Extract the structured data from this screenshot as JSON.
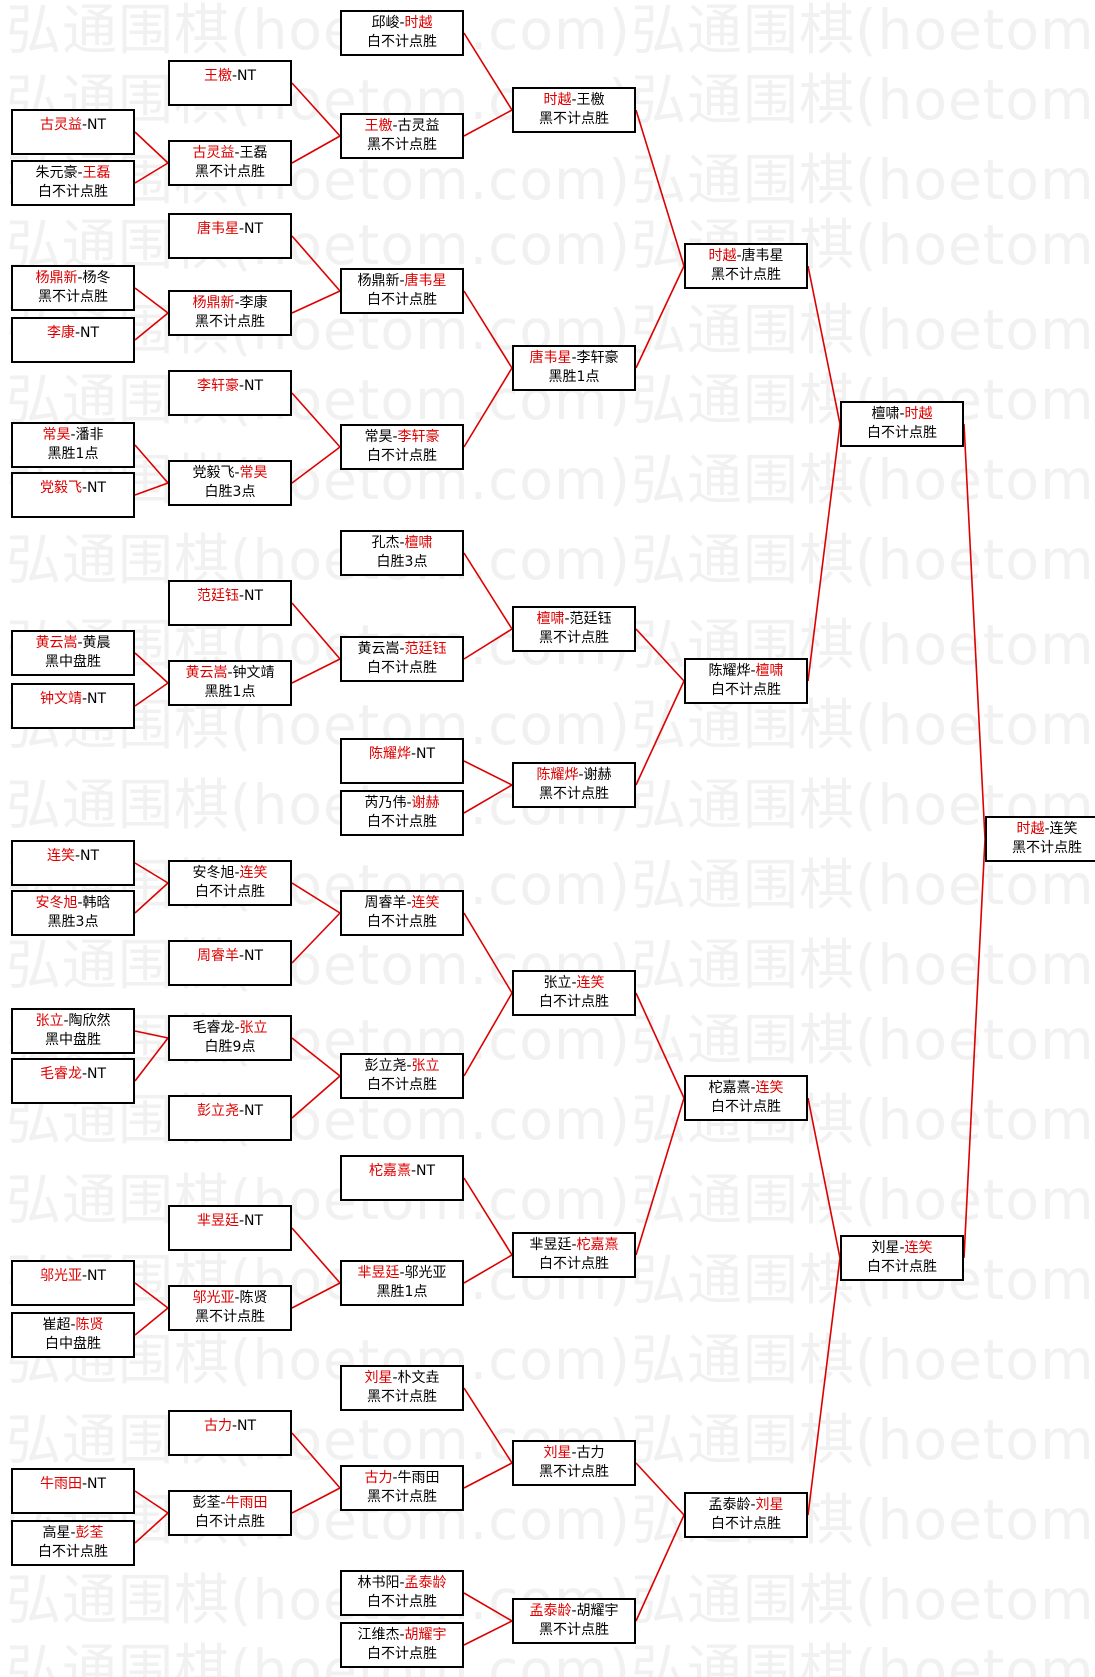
{
  "watermark": "弘通围棋(hoetom.com)",
  "colors": {
    "winner": "#dd0000",
    "line": "#dd0000",
    "border": "#000000",
    "watermark": "#f1f1f1"
  },
  "rounds": [
    [
      {
        "id": "r1_1",
        "line1": [
          {
            "t": "古灵益",
            "win": true
          },
          {
            "t": "-NT"
          }
        ],
        "line2": "",
        "to": "r2_2"
      },
      {
        "id": "r1_2",
        "line1": [
          {
            "t": "朱元豪-"
          },
          {
            "t": "王磊",
            "win": true
          }
        ],
        "line2": "白不计点胜",
        "to": "r2_2"
      },
      {
        "id": "r1_3",
        "line1": [
          {
            "t": "杨鼎新",
            "win": true
          },
          {
            "t": "-杨冬"
          }
        ],
        "line2": "黑不计点胜",
        "to": "r2_4"
      },
      {
        "id": "r1_4",
        "line1": [
          {
            "t": "李康",
            "win": true
          },
          {
            "t": "-NT"
          }
        ],
        "line2": "",
        "to": "r2_4"
      },
      {
        "id": "r1_5",
        "line1": [
          {
            "t": "常昊",
            "win": true
          },
          {
            "t": "-潘非"
          }
        ],
        "line2": "黑胜1点",
        "to": "r2_6"
      },
      {
        "id": "r1_6",
        "line1": [
          {
            "t": "党毅飞",
            "win": true
          },
          {
            "t": "-NT"
          }
        ],
        "line2": "",
        "to": "r2_6"
      },
      {
        "id": "r1_7",
        "line1": [
          {
            "t": "黄云嵩",
            "win": true
          },
          {
            "t": "-黄晨"
          }
        ],
        "line2": "黑中盘胜",
        "to": "r2_8"
      },
      {
        "id": "r1_8",
        "line1": [
          {
            "t": "钟文靖",
            "win": true
          },
          {
            "t": "-NT"
          }
        ],
        "line2": "",
        "to": "r2_8"
      },
      {
        "id": "r1_9",
        "line1": [
          {
            "t": "连笑",
            "win": true
          },
          {
            "t": "-NT"
          }
        ],
        "line2": "",
        "to": "r2_9"
      },
      {
        "id": "r1_10",
        "line1": [
          {
            "t": "安冬旭",
            "win": true
          },
          {
            "t": "-韩晗"
          }
        ],
        "line2": "黑胜3点",
        "to": "r2_9"
      },
      {
        "id": "r1_11",
        "line1": [
          {
            "t": "张立",
            "win": true
          },
          {
            "t": "-陶欣然"
          }
        ],
        "line2": "黑中盘胜",
        "to": "r2_11"
      },
      {
        "id": "r1_12",
        "line1": [
          {
            "t": "毛睿龙",
            "win": true
          },
          {
            "t": "-NT"
          }
        ],
        "line2": "",
        "to": "r2_11"
      },
      {
        "id": "r1_13",
        "line1": [
          {
            "t": "邬光亚",
            "win": true
          },
          {
            "t": "-NT"
          }
        ],
        "line2": "",
        "to": "r2_14"
      },
      {
        "id": "r1_14",
        "line1": [
          {
            "t": "崔超-"
          },
          {
            "t": "陈贤",
            "win": true
          }
        ],
        "line2": "白中盘胜",
        "to": "r2_14"
      },
      {
        "id": "r1_15",
        "line1": [
          {
            "t": "牛雨田",
            "win": true
          },
          {
            "t": "-NT"
          }
        ],
        "line2": "",
        "to": "r2_16"
      },
      {
        "id": "r1_16",
        "line1": [
          {
            "t": "高星-"
          },
          {
            "t": "彭荃",
            "win": true
          }
        ],
        "line2": "白不计点胜",
        "to": "r2_16"
      }
    ],
    [
      {
        "id": "r2_1",
        "line1": [
          {
            "t": "王檄",
            "win": true
          },
          {
            "t": "-NT"
          }
        ],
        "line2": "",
        "to": "r3_2"
      },
      {
        "id": "r2_2",
        "line1": [
          {
            "t": "古灵益",
            "win": true
          },
          {
            "t": "-王磊"
          }
        ],
        "line2": "黑不计点胜",
        "to": "r3_2"
      },
      {
        "id": "r2_3",
        "line1": [
          {
            "t": "唐韦星",
            "win": true
          },
          {
            "t": "-NT"
          }
        ],
        "line2": "",
        "to": "r3_3"
      },
      {
        "id": "r2_4",
        "line1": [
          {
            "t": "杨鼎新",
            "win": true
          },
          {
            "t": "-李康"
          }
        ],
        "line2": "黑不计点胜",
        "to": "r3_3"
      },
      {
        "id": "r2_5",
        "line1": [
          {
            "t": "李轩豪",
            "win": true
          },
          {
            "t": "-NT"
          }
        ],
        "line2": "",
        "to": "r3_4"
      },
      {
        "id": "r2_6",
        "line1": [
          {
            "t": "党毅飞-"
          },
          {
            "t": "常昊",
            "win": true
          }
        ],
        "line2": "白胜3点",
        "to": "r3_4"
      },
      {
        "id": "r2_7",
        "line1": [
          {
            "t": "范廷钰",
            "win": true
          },
          {
            "t": "-NT"
          }
        ],
        "line2": "",
        "to": "r3_6"
      },
      {
        "id": "r2_8",
        "line1": [
          {
            "t": "黄云嵩",
            "win": true
          },
          {
            "t": "-钟文靖"
          }
        ],
        "line2": "黑胜1点",
        "to": "r3_6"
      },
      {
        "id": "r2_9",
        "line1": [
          {
            "t": "安冬旭-"
          },
          {
            "t": "连笑",
            "win": true
          }
        ],
        "line2": "白不计点胜",
        "to": "r3_9"
      },
      {
        "id": "r2_10",
        "line1": [
          {
            "t": "周睿羊",
            "win": true
          },
          {
            "t": "-NT"
          }
        ],
        "line2": "",
        "to": "r3_9"
      },
      {
        "id": "r2_11",
        "line1": [
          {
            "t": "毛睿龙-"
          },
          {
            "t": "张立",
            "win": true
          }
        ],
        "line2": "白胜9点",
        "to": "r3_10"
      },
      {
        "id": "r2_12",
        "line1": [
          {
            "t": "彭立尧",
            "win": true
          },
          {
            "t": "-NT"
          }
        ],
        "line2": "",
        "to": "r3_10"
      },
      {
        "id": "r2_13",
        "line1": [
          {
            "t": "芈昱廷",
            "win": true
          },
          {
            "t": "-NT"
          }
        ],
        "line2": "",
        "to": "r3_12"
      },
      {
        "id": "r2_14",
        "line1": [
          {
            "t": "邬光亚",
            "win": true
          },
          {
            "t": "-陈贤"
          }
        ],
        "line2": "黑不计点胜",
        "to": "r3_12"
      },
      {
        "id": "r2_15",
        "line1": [
          {
            "t": "古力",
            "win": true
          },
          {
            "t": "-NT"
          }
        ],
        "line2": "",
        "to": "r3_14"
      },
      {
        "id": "r2_16",
        "line1": [
          {
            "t": "彭荃-"
          },
          {
            "t": "牛雨田",
            "win": true
          }
        ],
        "line2": "白不计点胜",
        "to": "r3_14"
      }
    ],
    [
      {
        "id": "r3_1",
        "line1": [
          {
            "t": "邱峻-"
          },
          {
            "t": "时越",
            "win": true
          }
        ],
        "line2": "白不计点胜",
        "to": "r4_1"
      },
      {
        "id": "r3_2",
        "line1": [
          {
            "t": "王檄",
            "win": true
          },
          {
            "t": "-古灵益"
          }
        ],
        "line2": "黑不计点胜",
        "to": "r4_1"
      },
      {
        "id": "r3_3",
        "line1": [
          {
            "t": "杨鼎新-"
          },
          {
            "t": "唐韦星",
            "win": true
          }
        ],
        "line2": "白不计点胜",
        "to": "r4_2"
      },
      {
        "id": "r3_4",
        "line1": [
          {
            "t": "常昊-"
          },
          {
            "t": "李轩豪",
            "win": true
          }
        ],
        "line2": "白不计点胜",
        "to": "r4_2"
      },
      {
        "id": "r3_5",
        "line1": [
          {
            "t": "孔杰-"
          },
          {
            "t": "檀啸",
            "win": true
          }
        ],
        "line2": "白胜3点",
        "to": "r4_3"
      },
      {
        "id": "r3_6",
        "line1": [
          {
            "t": "黄云嵩-"
          },
          {
            "t": "范廷钰",
            "win": true
          }
        ],
        "line2": "白不计点胜",
        "to": "r4_3"
      },
      {
        "id": "r3_7",
        "line1": [
          {
            "t": "陈耀烨",
            "win": true
          },
          {
            "t": "-NT"
          }
        ],
        "line2": "",
        "to": "r4_4"
      },
      {
        "id": "r3_8",
        "line1": [
          {
            "t": "芮乃伟-"
          },
          {
            "t": "谢赫",
            "win": true
          }
        ],
        "line2": "白不计点胜",
        "to": "r4_4"
      },
      {
        "id": "r3_9",
        "line1": [
          {
            "t": "周睿羊-"
          },
          {
            "t": "连笑",
            "win": true
          }
        ],
        "line2": "白不计点胜",
        "to": "r4_5"
      },
      {
        "id": "r3_10",
        "line1": [
          {
            "t": "彭立尧-"
          },
          {
            "t": "张立",
            "win": true
          }
        ],
        "line2": "白不计点胜",
        "to": "r4_5"
      },
      {
        "id": "r3_11",
        "line1": [
          {
            "t": "柁嘉熹",
            "win": true
          },
          {
            "t": "-NT"
          }
        ],
        "line2": "",
        "to": "r4_6"
      },
      {
        "id": "r3_12",
        "line1": [
          {
            "t": "芈昱廷",
            "win": true
          },
          {
            "t": "-邬光亚"
          }
        ],
        "line2": "黑胜1点",
        "to": "r4_6"
      },
      {
        "id": "r3_13",
        "line1": [
          {
            "t": "刘星",
            "win": true
          },
          {
            "t": "-朴文垚"
          }
        ],
        "line2": "黑不计点胜",
        "to": "r4_7"
      },
      {
        "id": "r3_14",
        "line1": [
          {
            "t": "古力",
            "win": true
          },
          {
            "t": "-牛雨田"
          }
        ],
        "line2": "黑不计点胜",
        "to": "r4_7"
      },
      {
        "id": "r3_15",
        "line1": [
          {
            "t": "林书阳-"
          },
          {
            "t": "孟泰龄",
            "win": true
          }
        ],
        "line2": "白不计点胜",
        "to": "r4_8"
      },
      {
        "id": "r3_16",
        "line1": [
          {
            "t": "江维杰-"
          },
          {
            "t": "胡耀宇",
            "win": true
          }
        ],
        "line2": "白不计点胜",
        "to": "r4_8"
      }
    ],
    [
      {
        "id": "r4_1",
        "line1": [
          {
            "t": "时越",
            "win": true
          },
          {
            "t": "-王檄"
          }
        ],
        "line2": "黑不计点胜",
        "to": "r5_1"
      },
      {
        "id": "r4_2",
        "line1": [
          {
            "t": "唐韦星",
            "win": true
          },
          {
            "t": "-李轩豪"
          }
        ],
        "line2": "黑胜1点",
        "to": "r5_1"
      },
      {
        "id": "r4_3",
        "line1": [
          {
            "t": "檀啸",
            "win": true
          },
          {
            "t": "-范廷钰"
          }
        ],
        "line2": "黑不计点胜",
        "to": "r5_2"
      },
      {
        "id": "r4_4",
        "line1": [
          {
            "t": "陈耀烨",
            "win": true
          },
          {
            "t": "-谢赫"
          }
        ],
        "line2": "黑不计点胜",
        "to": "r5_2"
      },
      {
        "id": "r4_5",
        "line1": [
          {
            "t": "张立-"
          },
          {
            "t": "连笑",
            "win": true
          }
        ],
        "line2": "白不计点胜",
        "to": "r5_3"
      },
      {
        "id": "r4_6",
        "line1": [
          {
            "t": "芈昱廷-"
          },
          {
            "t": "柁嘉熹",
            "win": true
          }
        ],
        "line2": "白不计点胜",
        "to": "r5_3"
      },
      {
        "id": "r4_7",
        "line1": [
          {
            "t": "刘星",
            "win": true
          },
          {
            "t": "-古力"
          }
        ],
        "line2": "黑不计点胜",
        "to": "r5_4"
      },
      {
        "id": "r4_8",
        "line1": [
          {
            "t": "孟泰龄",
            "win": true
          },
          {
            "t": "-胡耀宇"
          }
        ],
        "line2": "黑不计点胜",
        "to": "r5_4"
      }
    ],
    [
      {
        "id": "r5_1",
        "line1": [
          {
            "t": "时越",
            "win": true
          },
          {
            "t": "-唐韦星"
          }
        ],
        "line2": "黑不计点胜",
        "to": "r6_1"
      },
      {
        "id": "r5_2",
        "line1": [
          {
            "t": "陈耀烨-"
          },
          {
            "t": "檀啸",
            "win": true
          }
        ],
        "line2": "白不计点胜",
        "to": "r6_1"
      },
      {
        "id": "r5_3",
        "line1": [
          {
            "t": "柁嘉熹-"
          },
          {
            "t": "连笑",
            "win": true
          }
        ],
        "line2": "白不计点胜",
        "to": "r6_2"
      },
      {
        "id": "r5_4",
        "line1": [
          {
            "t": "孟泰龄-"
          },
          {
            "t": "刘星",
            "win": true
          }
        ],
        "line2": "白不计点胜",
        "to": "r6_2"
      }
    ],
    [
      {
        "id": "r6_1",
        "line1": [
          {
            "t": "檀啸-"
          },
          {
            "t": "时越",
            "win": true
          }
        ],
        "line2": "白不计点胜",
        "to": "r7_1"
      },
      {
        "id": "r6_2",
        "line1": [
          {
            "t": "刘星-"
          },
          {
            "t": "连笑",
            "win": true
          }
        ],
        "line2": "白不计点胜",
        "to": "r7_1"
      }
    ],
    [
      {
        "id": "r7_1",
        "line1": [
          {
            "t": "时越",
            "win": true
          },
          {
            "t": "-连笑"
          }
        ],
        "line2": "黑不计点胜"
      }
    ]
  ]
}
